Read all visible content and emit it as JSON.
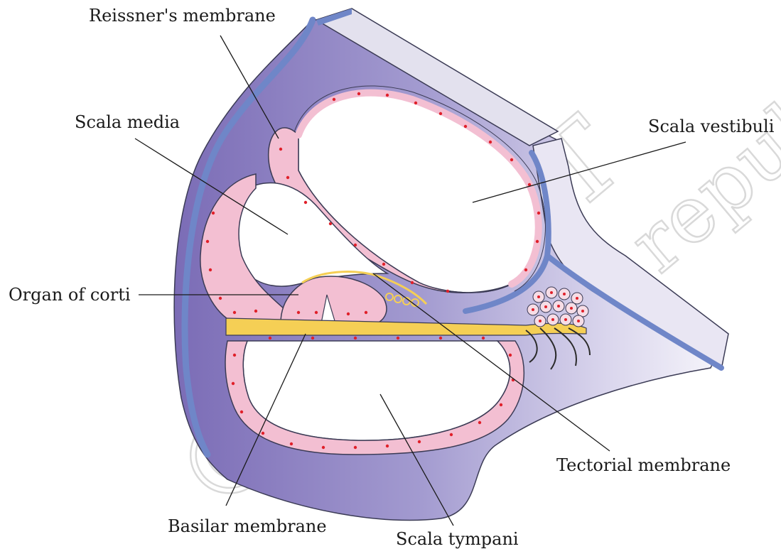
{
  "labels": {
    "reissner": "Reissner's membrane",
    "scala_media": "Scala media",
    "scala_vestibuli": "Scala vestibuli",
    "organ_of_corti": "Organ of corti",
    "tectorial": "Tectorial membrane",
    "basilar": "Basilar membrane",
    "scala_tympani": "Scala tympani"
  },
  "watermark": {
    "line1": "© NCERT",
    "line2": "not to be republished"
  },
  "colors": {
    "bone": "#6f86c8",
    "tissue_dark": "#7d6fb8",
    "tissue_light": "#e9e6f3",
    "cell_fill": "#f6c8d8",
    "cell_dot": "#e0202a",
    "membrane_yellow": "#f5cf55"
  }
}
